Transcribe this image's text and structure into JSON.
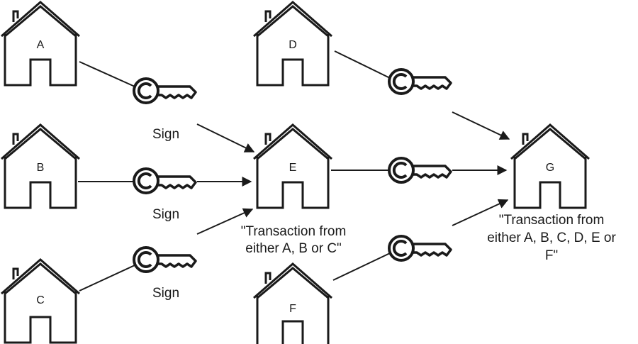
{
  "houses": [
    {
      "id": "A",
      "label": "A"
    },
    {
      "id": "B",
      "label": "B"
    },
    {
      "id": "C",
      "label": "C"
    },
    {
      "id": "D",
      "label": "D"
    },
    {
      "id": "E",
      "label": "E"
    },
    {
      "id": "F",
      "label": "F"
    },
    {
      "id": "G",
      "label": "G"
    }
  ],
  "sign_labels": [
    "Sign",
    "Sign",
    "Sign"
  ],
  "notes": {
    "e_note": [
      "\"Transaction from",
      "either A, B or C\""
    ],
    "g_note": [
      "\"Transaction from",
      "either A, B, C, D, E or",
      "F\""
    ]
  },
  "colors": {
    "stroke": "#1a1a1a",
    "background": "#ffffff"
  }
}
